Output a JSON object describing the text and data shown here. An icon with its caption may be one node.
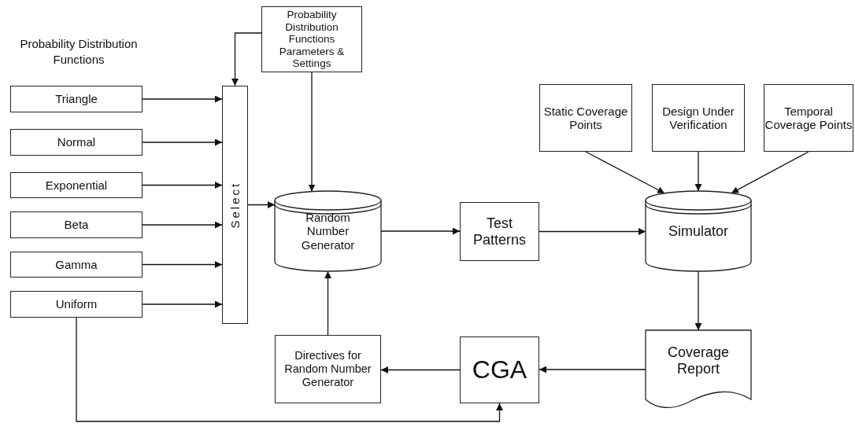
{
  "diagram": {
    "nodes": [
      {
        "text": [
          "Probability Distribution Functions Parameters & Settings"
        ]
      },
      {
        "text": [
          "Triangle"
        ]
      },
      {
        "text": [
          "Normal"
        ]
      },
      {
        "text": [
          "Exponential"
        ]
      },
      {
        "text": [
          "Beta"
        ]
      },
      {
        "text": [
          "Gamma"
        ]
      },
      {
        "text": [
          "Uniform"
        ]
      },
      {
        "text": [
          "Select"
        ]
      },
      {
        "text": [
          "Static Coverage Points"
        ]
      },
      {
        "text": [
          "Design Under Verification"
        ]
      },
      {
        "text": [
          "Temporal Coverage Points"
        ]
      },
      {
        "text": [
          "Random Number Generator"
        ]
      },
      {
        "text": [
          "Test Patterns"
        ]
      },
      {
        "text": [
          "Simulator"
        ]
      },
      {
        "text": [
          "Directives for Random Number Generator"
        ]
      },
      {
        "text": [
          "CGA"
        ]
      },
      {
        "text": [
          "Coverage Report"
        ]
      }
    ],
    "edges": [
      {
        "from": 0,
        "to": 7,
        "arrow": "to"
      },
      {
        "from": 0,
        "to": 11,
        "arrow": "to"
      },
      {
        "from": 1,
        "to": 7,
        "arrow": "to"
      },
      {
        "from": 2,
        "to": 7,
        "arrow": "to"
      },
      {
        "from": 3,
        "to": 7,
        "arrow": "to"
      },
      {
        "from": 4,
        "to": 7,
        "arrow": "to"
      },
      {
        "from": 5,
        "to": 7,
        "arrow": "to"
      },
      {
        "from": 6,
        "to": 7,
        "arrow": "to"
      },
      {
        "from": 7,
        "to": 11,
        "arrow": "to"
      },
      {
        "from": 11,
        "to": 12,
        "arrow": "to"
      },
      {
        "from": 12,
        "to": 13,
        "arrow": "to"
      },
      {
        "from": 8,
        "to": 13,
        "arrow": "to"
      },
      {
        "from": 9,
        "to": 13,
        "arrow": "to"
      },
      {
        "from": 10,
        "to": 13,
        "arrow": "to"
      },
      {
        "from": 13,
        "to": 16,
        "arrow": "to"
      },
      {
        "from": 16,
        "to": 15,
        "arrow": "to"
      },
      {
        "from": 15,
        "to": 14,
        "arrow": "to"
      },
      {
        "from": 14,
        "to": 11,
        "arrow": "to"
      },
      {
        "from": 6,
        "to": 15,
        "arrow": "to"
      }
    ],
    "labels": [
      "Probability Distribution Functions"
    ]
  }
}
